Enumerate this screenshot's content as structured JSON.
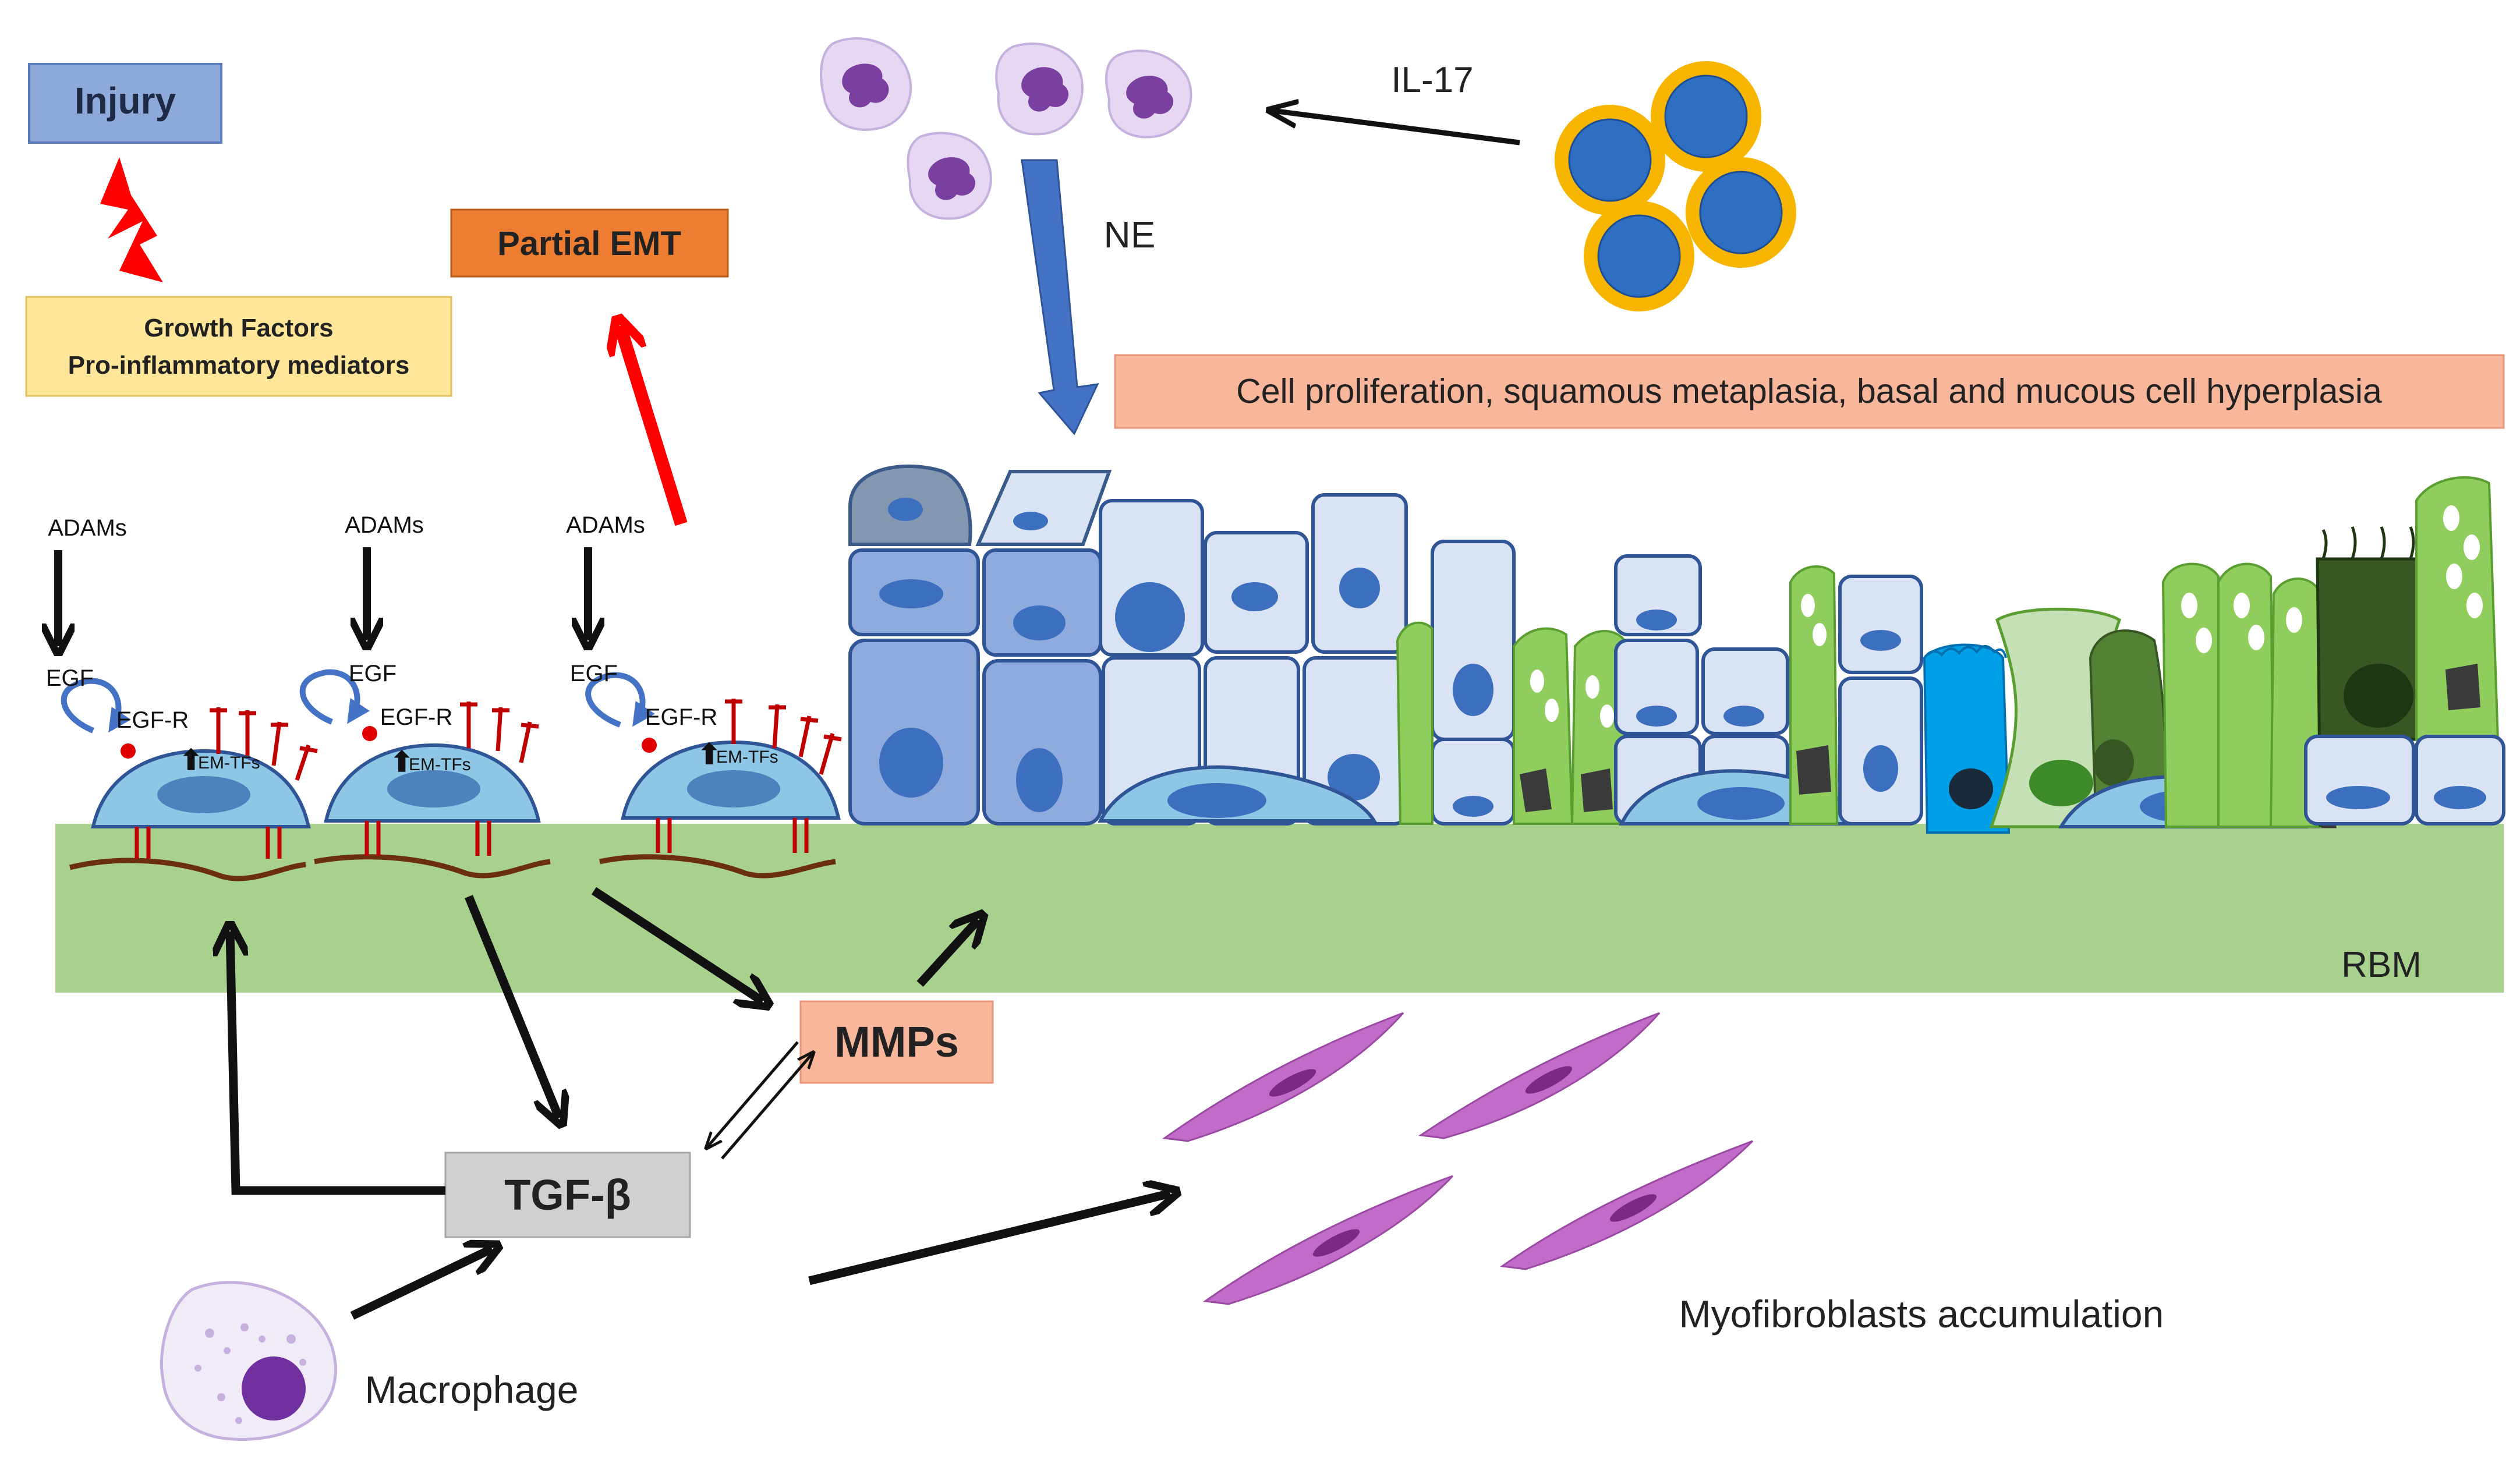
{
  "labels": {
    "injury": "Injury",
    "growth_factors_line1": "Growth Factors",
    "growth_factors_line2": "Pro-inflammatory mediators",
    "partial_emt": "Partial EMT",
    "adams": "ADAMs",
    "egf": "EGF",
    "egfr": "EGF-R",
    "em_tfs": "EM-TFs",
    "il17": "IL-17",
    "ne": "NE",
    "cell_proliferation": "Cell proliferation, squamous metaplasia, basal and mucous cell hyperplasia",
    "rbm": "RBM",
    "mmps": "MMPs",
    "tgf_beta": "TGF-β",
    "macrophage": "Macrophage",
    "myofibroblasts": "Myofibroblasts accumulation"
  },
  "colors": {
    "injury_box": "#8eaadb",
    "growth_box": "#ffe699",
    "partial_emt_box": "#ed7d31",
    "cell_prolif_box": "#f8b79b",
    "mmps_box": "#f8b79b",
    "tgf_box": "#d0d0d0",
    "membrane": "#a9d18e",
    "basal_cell": "#8ec7e6",
    "squamous_cell": "#8faadc",
    "pale_cell": "#dae3f3",
    "goblet_cell": "#8fce5c",
    "myofibroblast": "#c06cc8",
    "neutrophil": "#e6d7f2",
    "lymphocyte_ring": "#f7b500",
    "lymphocyte_core": "#2e6fc4",
    "arrow_black": "#111111",
    "arrow_red": "#ff0000",
    "arrow_blue": "#4472c4"
  }
}
